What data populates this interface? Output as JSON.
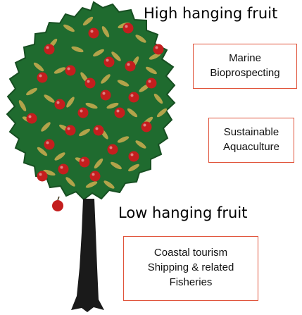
{
  "labels": {
    "high": "High hanging fruit",
    "low": "Low hanging fruit"
  },
  "boxes": {
    "marine": [
      "Marine",
      "Bioprospecting"
    ],
    "aquaculture": [
      "Sustainable",
      "Aquaculture"
    ],
    "coastal": [
      "Coastal tourism",
      "Shipping & related",
      "Fisheries"
    ]
  },
  "colors": {
    "canopy": "#1f6b2f",
    "canopy_outline": "#174f22",
    "leaf": "#b2a34a",
    "apple": "#c41e1e",
    "trunk": "#1a1a1a",
    "box_border": "#e0533a"
  }
}
